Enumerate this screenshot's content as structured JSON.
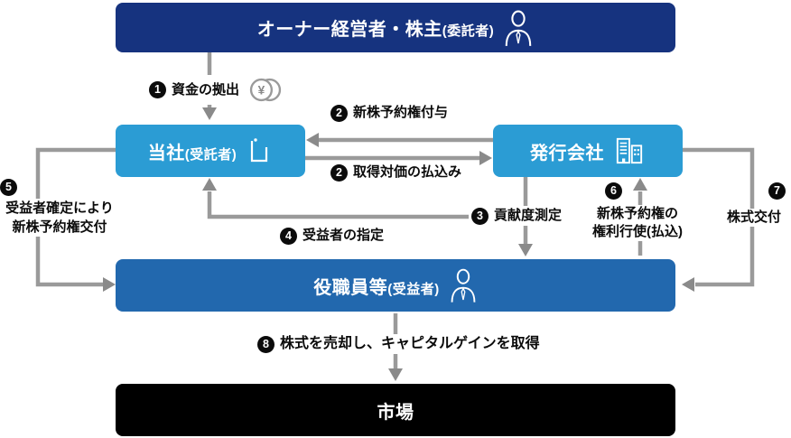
{
  "colors": {
    "navy": "#16337f",
    "light_blue": "#2b9cd4",
    "mid_blue": "#2268ae",
    "black": "#000000",
    "arrow_gray": "#9a9a9a"
  },
  "boxes": {
    "owner": {
      "label": "オーナー経営者・株主",
      "sub": "(委託者)",
      "icon": "person-icon"
    },
    "trustee": {
      "label": "当社",
      "sub": "(受託者)",
      "icon": "trust-box-icon"
    },
    "issuer": {
      "label": "発行会社",
      "icon": "buildings-icon"
    },
    "employees": {
      "label": "役職員等",
      "sub": "(受益者)",
      "icon": "person-icon"
    },
    "market": {
      "label": "市場"
    }
  },
  "steps": [
    {
      "num": "1",
      "label": "資金の拠出",
      "icon": "yen-coin-icon"
    },
    {
      "num": "2",
      "label": "新株予約権付与"
    },
    {
      "num": "2",
      "label": "取得対価の払込み"
    },
    {
      "num": "3",
      "label": "貢献度測定"
    },
    {
      "num": "4",
      "label": "受益者の指定"
    },
    {
      "num": "5",
      "label": "受益者確定により",
      "label2": "新株予約権交付"
    },
    {
      "num": "6",
      "label": "新株予約権の",
      "label2": "権利行使(払込)"
    },
    {
      "num": "7",
      "label": "株式交付"
    },
    {
      "num": "8",
      "label": "株式を売却し、キャピタルゲインを取得"
    }
  ]
}
